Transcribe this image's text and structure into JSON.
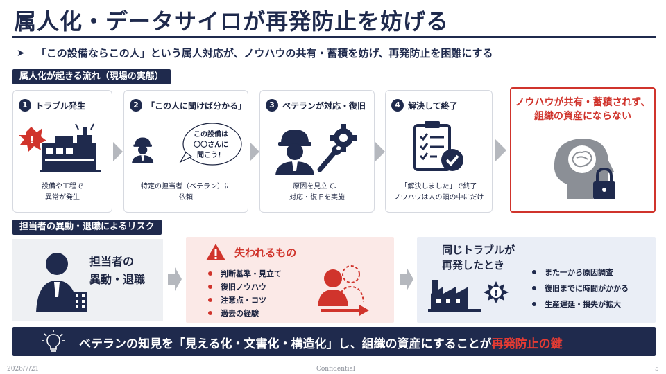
{
  "title": "属人化・データサイロが再発防止を妨げる",
  "lead": "「この設備ならこの人」という属人対応が、ノウハウの共有・蓄積を妨げ、再発防止を困難にする",
  "flow_section_label": "属人化が起きる流れ（現場の実態）",
  "steps": [
    {
      "num": "1",
      "head": "トラブル発生",
      "cap1": "設備や工程で",
      "cap2": "異常が発生"
    },
    {
      "num": "2",
      "head": "「この人に聞けば分かる」",
      "cap1": "特定の担当者（ベテラン）に",
      "cap2": "依頼"
    },
    {
      "num": "3",
      "head": "ベテランが対応・復旧",
      "cap1": "原因を見立て、",
      "cap2": "対応・復旧を実施"
    },
    {
      "num": "4",
      "head": "解決して終了",
      "cap1": "「解決しました」で終了",
      "cap2": "ノウハウは人の頭の中にだけ"
    }
  ],
  "bubble": {
    "line1": "この設備は",
    "line2": "〇〇さんに",
    "line3": "聞こう！"
  },
  "result": {
    "line1": "ノウハウが共有・蓄積されず、",
    "line2": "組織の資産にならない"
  },
  "risk_section_label": "担当者の異動・退職によるリスク",
  "risk_person": {
    "line1": "担当者の",
    "line2": "異動・退職"
  },
  "lost": {
    "title": "失われるもの",
    "items": [
      "判断基準・見立て",
      "復旧ノウハウ",
      "注意点・コツ",
      "過去の経験"
    ]
  },
  "recur": {
    "line1": "同じトラブルが",
    "line2": "再発したとき",
    "items": [
      "また一から原因調査",
      "復旧までに時間がかかる",
      "生産遅延・損失が拡大"
    ]
  },
  "banner": {
    "main": "ベテランの知見を「見える化・文書化・構造化」し、組織の資産にすることが",
    "highlight": "再発防止の鍵"
  },
  "footer": {
    "date": "2026/7/21",
    "confidential": "Confidential",
    "page": "5"
  },
  "colors": {
    "navy": "#1f2a4d",
    "red": "#d0342c",
    "pink_bg": "#fbe9e7",
    "gray_bg": "#eef0f3",
    "blue_bg": "#eaeef6"
  }
}
